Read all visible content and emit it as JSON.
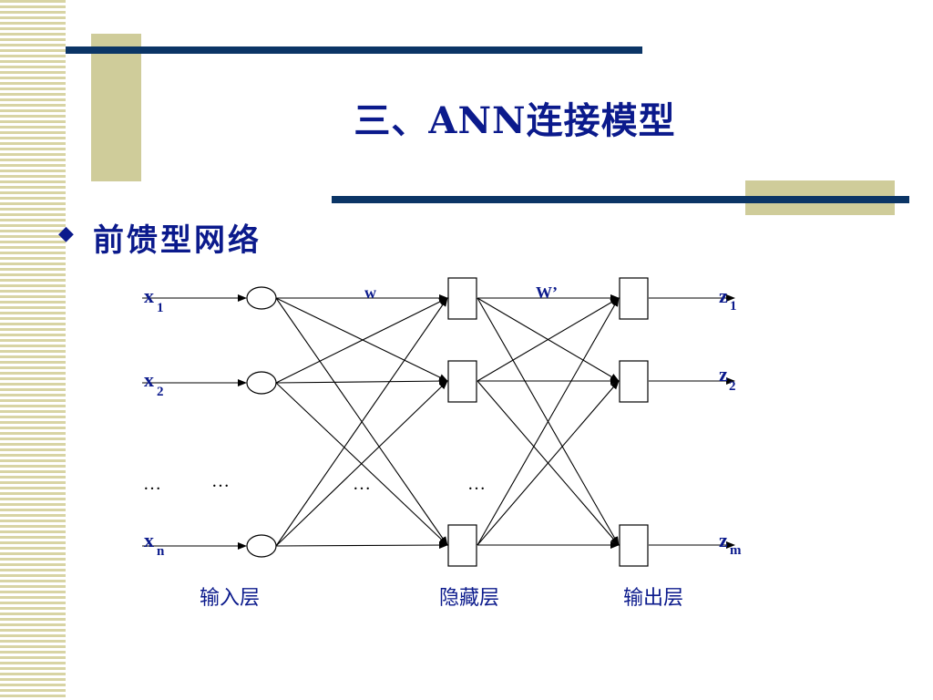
{
  "slide": {
    "title": "三、ANN连接模型",
    "bullet_symbol": "◆",
    "bullet_text": "前馈型网络"
  },
  "network": {
    "inputs": [
      {
        "base": "x",
        "sub": "1"
      },
      {
        "base": "x",
        "sub": "2"
      },
      {
        "base": "x",
        "sub": "n"
      }
    ],
    "outputs": [
      {
        "base": "z",
        "sub": "1"
      },
      {
        "base": "z",
        "sub": "2"
      },
      {
        "base": "z",
        "sub": "m"
      }
    ],
    "weights": {
      "first": "w",
      "second": "W’"
    },
    "ellipsis": "…",
    "layers": {
      "input": "输入层",
      "hidden": "隐藏层",
      "output": "输出层"
    }
  },
  "colors": {
    "title": "#0b1a8c",
    "rule": "#0b3566",
    "accent": "#cfcc9a",
    "stripe": "#d8d4a4"
  }
}
